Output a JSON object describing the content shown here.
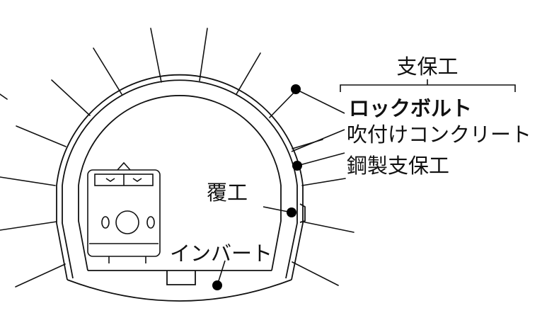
{
  "labels": {
    "support": "支保工",
    "rock_bolt": "ロックボルト",
    "shotcrete": "吹付けコンクリート",
    "steel_support": "鋼製支保工",
    "lining": "覆工",
    "invert": "インバート"
  },
  "colors": {
    "line": "#111111",
    "background": "#ffffff",
    "dot": "#000000"
  },
  "icons": {
    "train": "train-front-icon"
  }
}
